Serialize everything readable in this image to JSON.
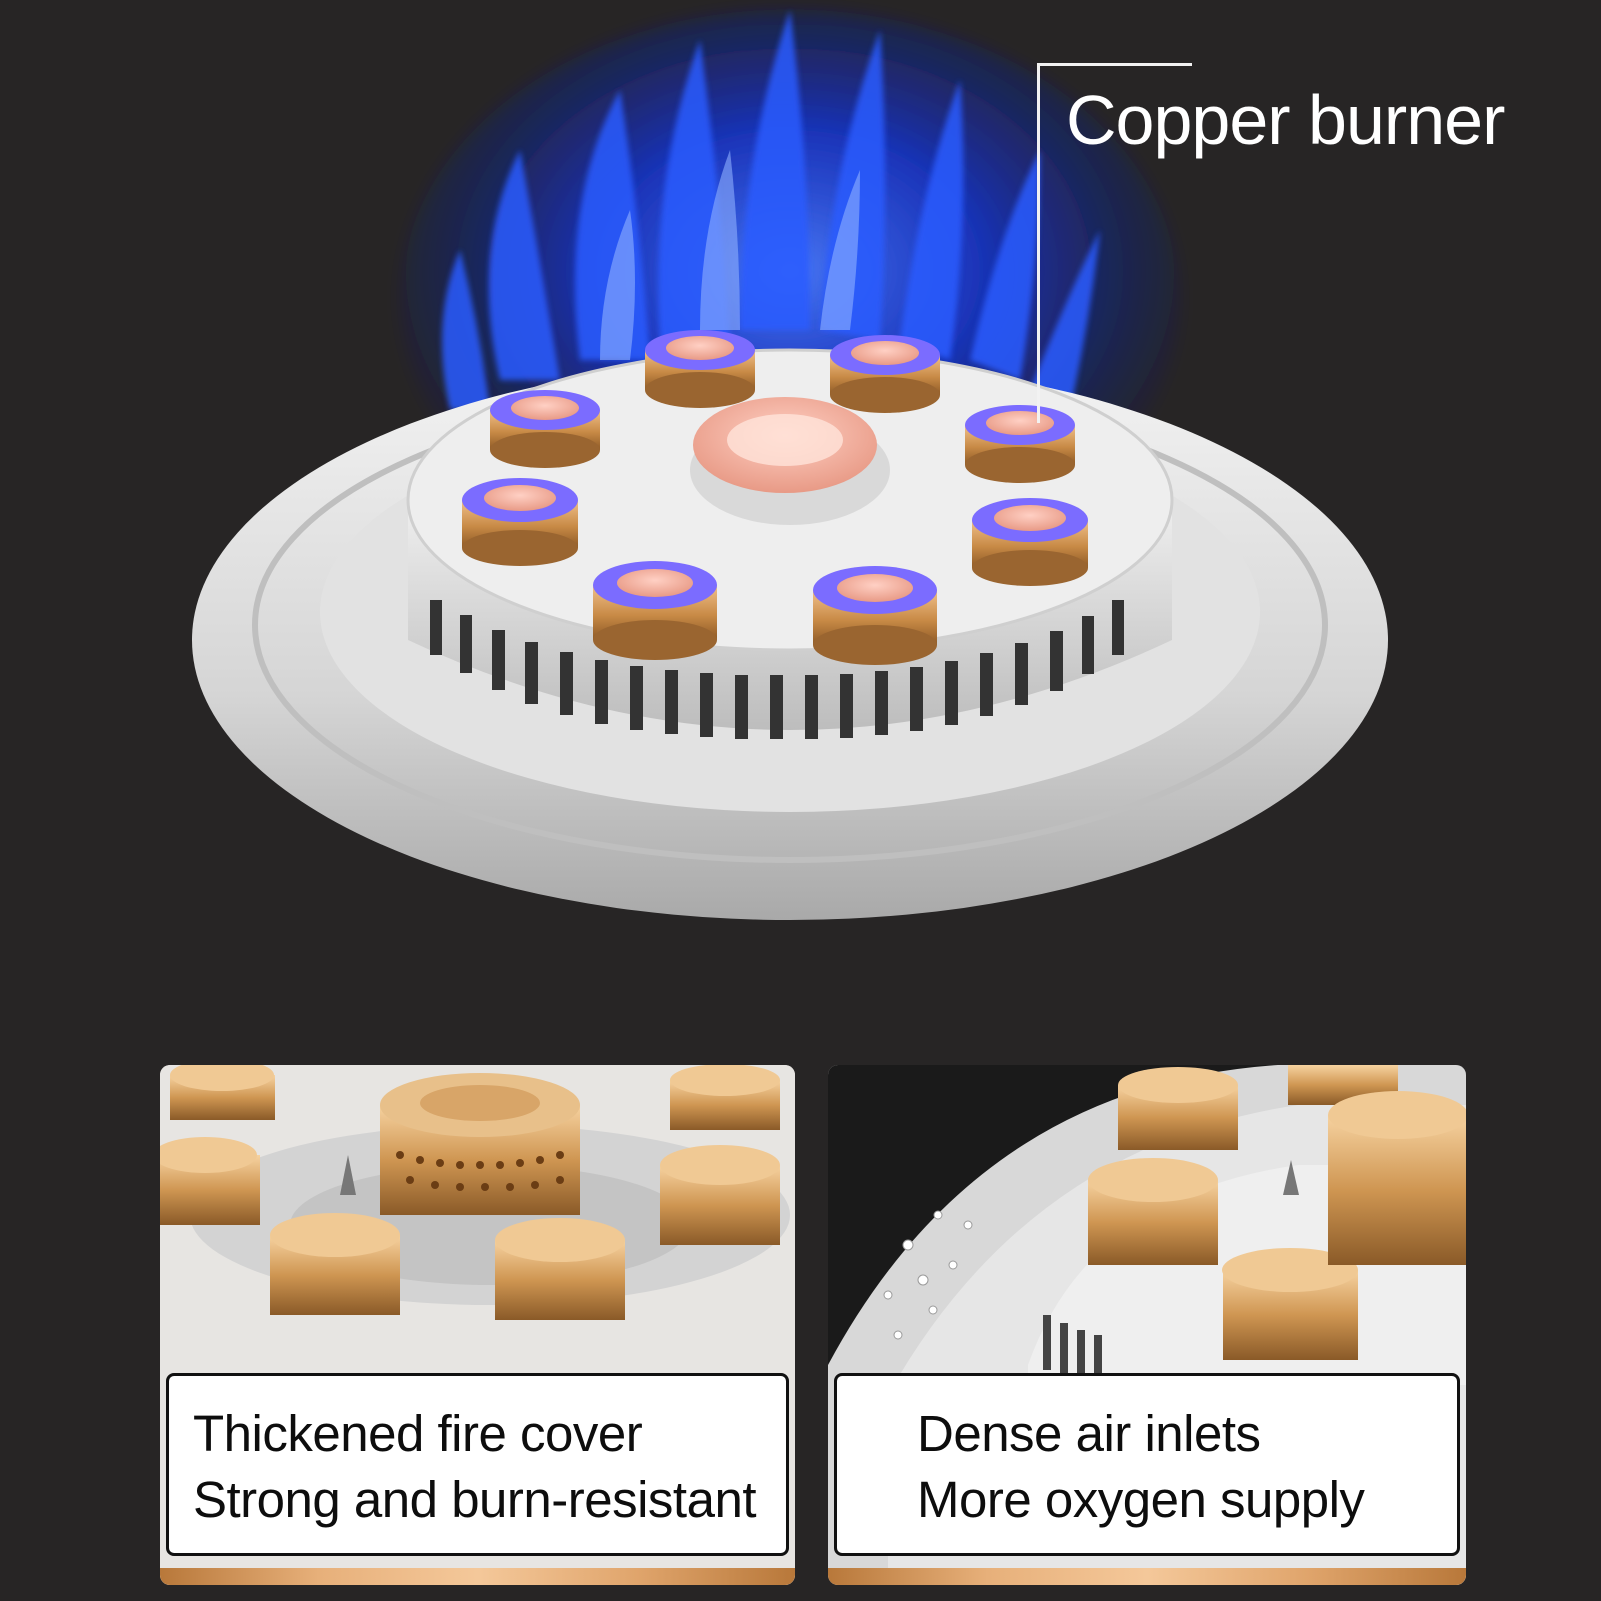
{
  "hero": {
    "callout": "Copper burner"
  },
  "panels": [
    {
      "lines": [
        "Thickened fire cover",
        "Strong and burn-resistant"
      ]
    },
    {
      "lines": [
        "Dense air inlets",
        "More oxygen supply"
      ]
    }
  ],
  "colors": {
    "background": "#272525",
    "flame_blue": "#1e4dff",
    "copper": "#d9a361",
    "steel": "#dcdcdc",
    "label_bg": "#ffffff"
  }
}
